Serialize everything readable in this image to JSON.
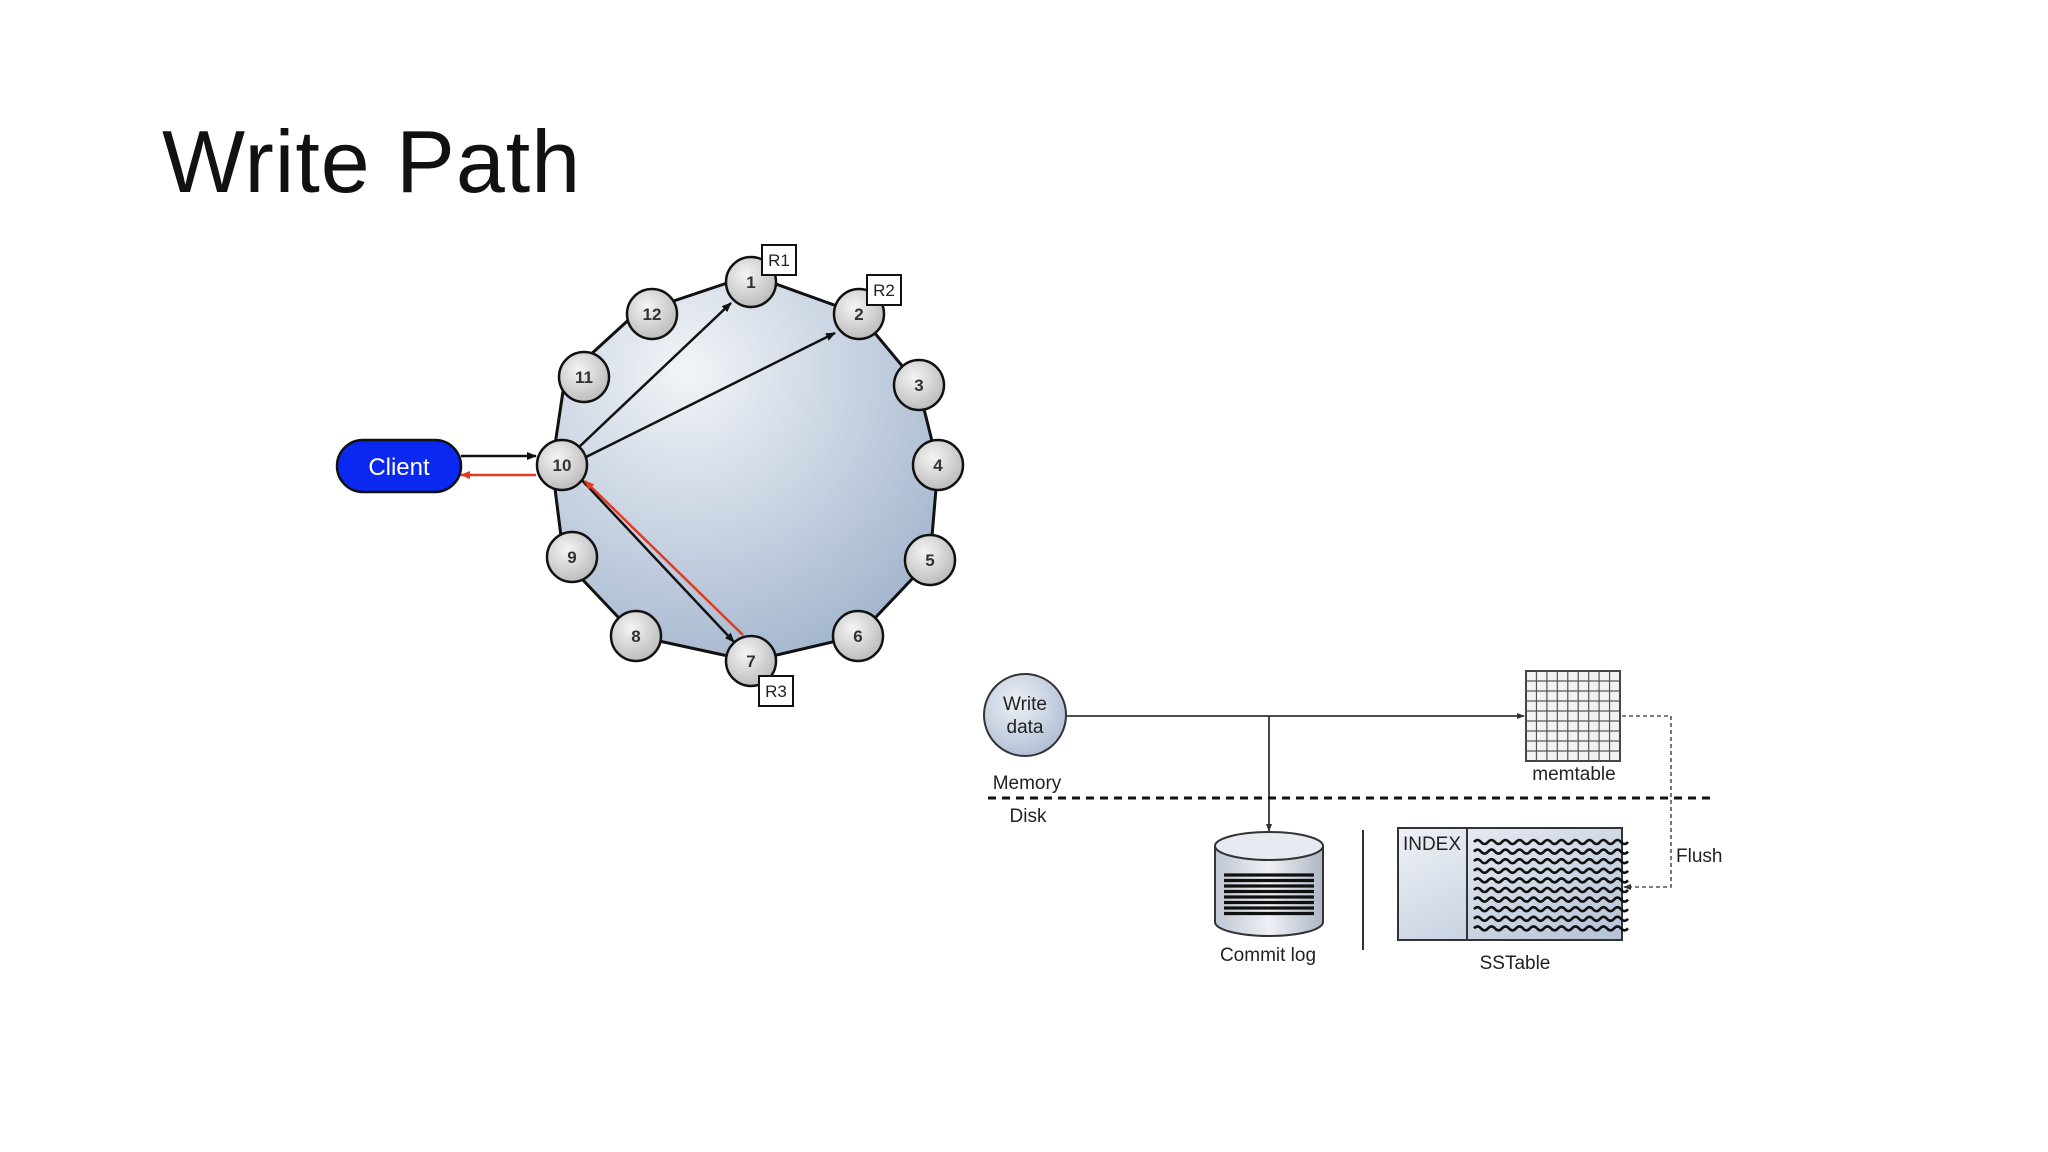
{
  "slide": {
    "title": "Write Path"
  },
  "ring": {
    "client_label": "Client",
    "nodes": [
      "1",
      "2",
      "3",
      "4",
      "5",
      "6",
      "7",
      "8",
      "9",
      "10",
      "11",
      "12"
    ],
    "replica_tags": {
      "r1": "R1",
      "r2": "R2",
      "r3": "R3"
    },
    "colors": {
      "client_fill": "#0a28f0",
      "response_arrow": "#e23b22",
      "request_arrow": "#111111"
    }
  },
  "write_diagram": {
    "write_data_line1": "Write",
    "write_data_line2": "data",
    "memory_label": "Memory",
    "disk_label": "Disk",
    "memtable_label": "memtable",
    "commit_log_label": "Commit log",
    "index_label": "INDEX",
    "sstable_label": "SSTable",
    "flush_label": "Flush"
  }
}
